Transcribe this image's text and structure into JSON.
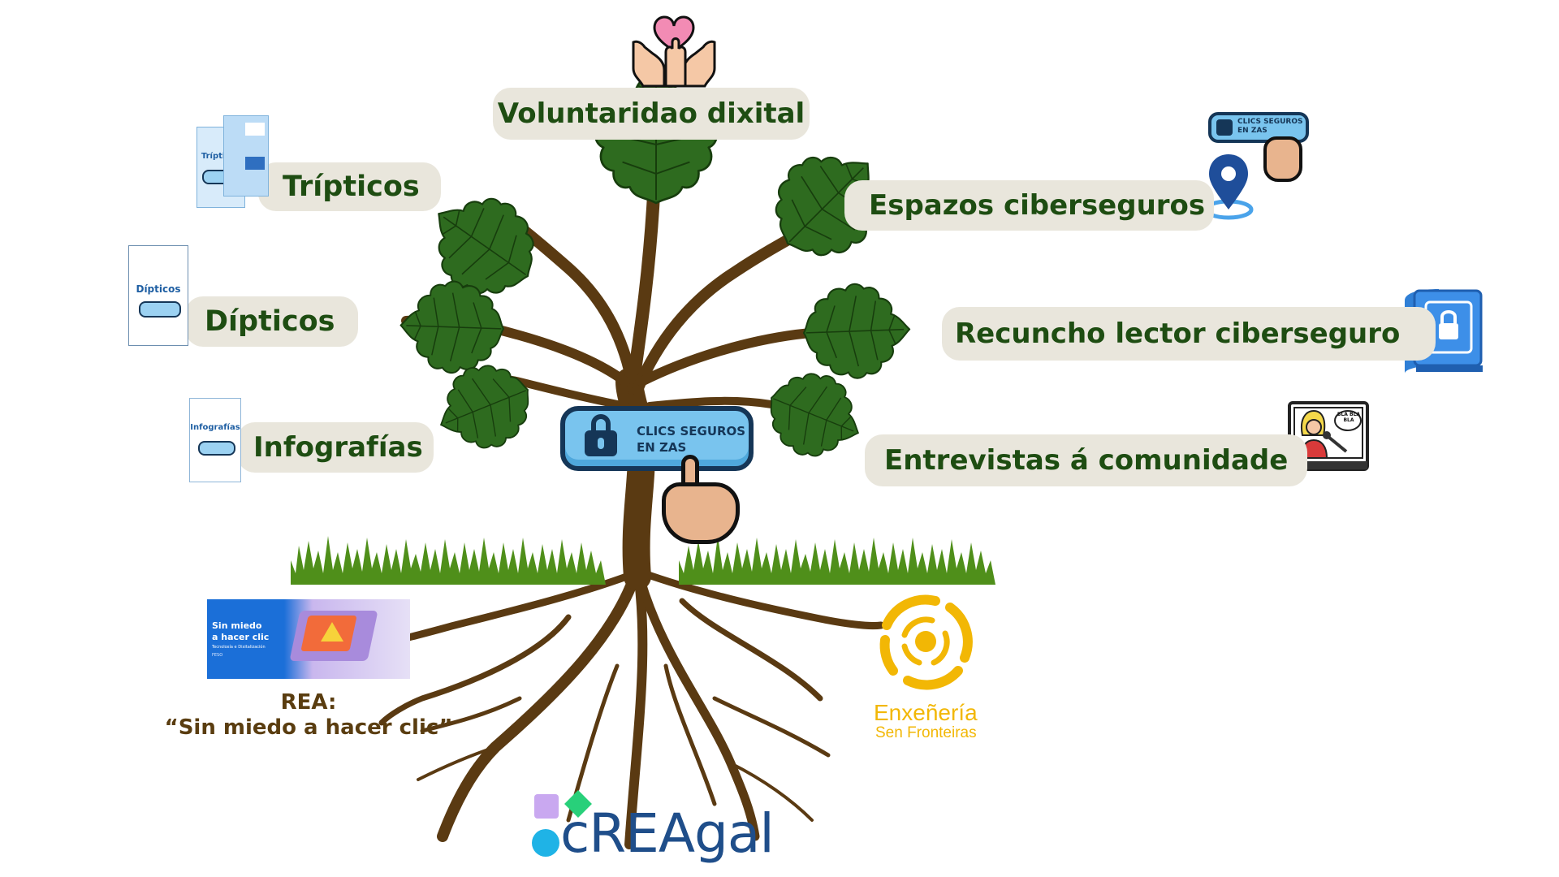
{
  "center_badge": {
    "label_line1": "CLICS SEGUROS",
    "label_line2": "EN ZAS"
  },
  "branches": {
    "voluntariado": "Voluntaridao dixital",
    "tripticos": "Trípticos",
    "dipticos": "Dípticos",
    "infografias": "Infografías",
    "espazos": "Espazos ciberseguros",
    "recuncho": "Recuncho lector ciberseguro",
    "entrevistas": "Entrevistas á comunidade"
  },
  "thumbnails": {
    "triptico_title": "Trípticos",
    "diptico_title": "Dípticos",
    "infografia_title": "Infografías",
    "mini_badge": "CLICS SEGUROS EN ZAS",
    "speech_bubble": "BLA BLA BLA"
  },
  "roots": {
    "rea_banner": {
      "title_line1": "Sin miedo",
      "title_line2": "a hacer clic",
      "subtitle": "Tecnoloxía e Dixitalización",
      "tag": "FESO"
    },
    "rea_label_line1": "REA:",
    "rea_label_line2": "“Sin miedo a hacer clic”",
    "enxeneria_line1": "Enxeñería",
    "enxeneria_line2": "Sen Fronteiras",
    "creagal": "cREAgal"
  },
  "colors": {
    "leaf": "#2e6b1f",
    "leaf_dark": "#173d0d",
    "trunk": "#5a3a12",
    "grass": "#4f8f1a",
    "pill_bg": "#e9e6dc",
    "pill_text": "#1e4d12",
    "badge_blue": "#79c4ee",
    "badge_navy": "#153657",
    "enxeneria_yellow": "#f2b705",
    "creagal_blue": "#1f4e8a"
  }
}
